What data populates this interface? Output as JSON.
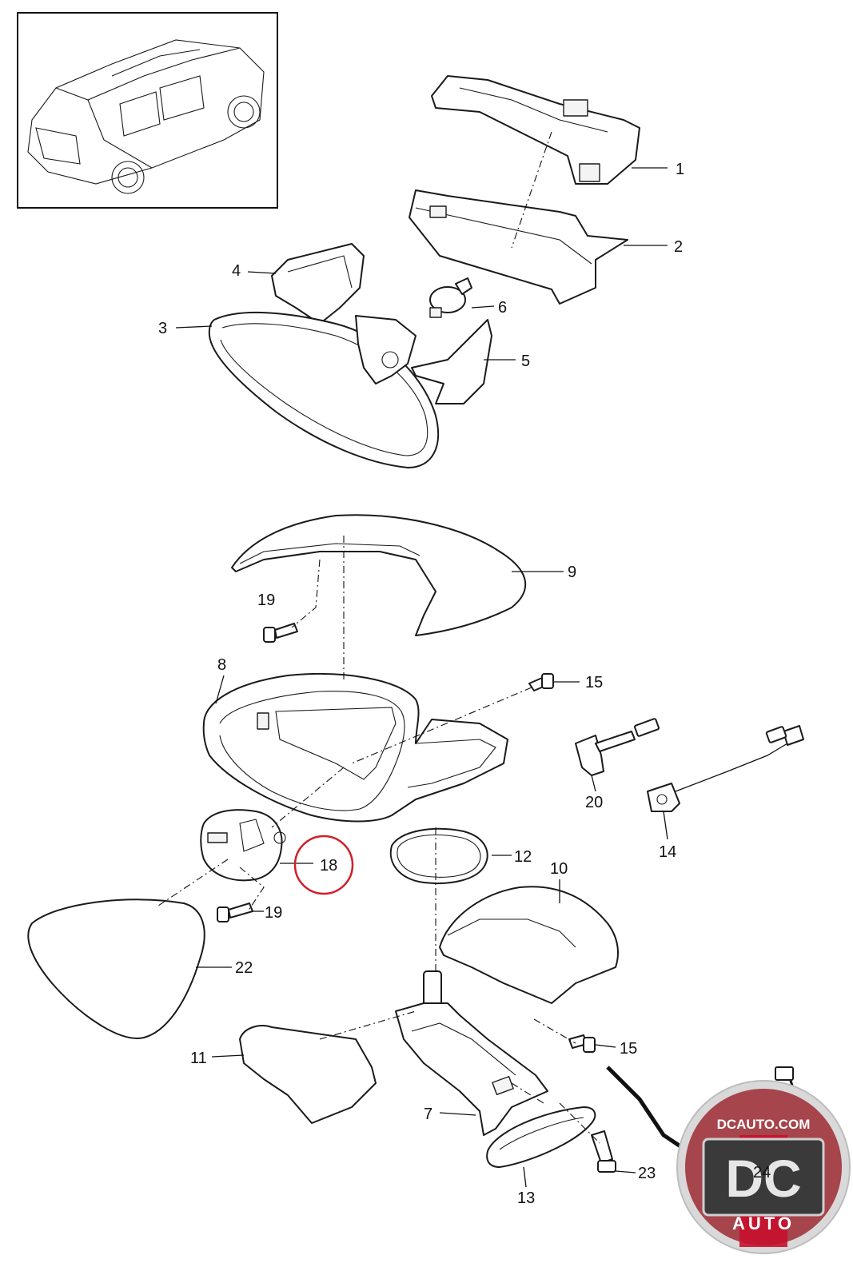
{
  "callouts": [
    {
      "id": "c1",
      "label": "1"
    },
    {
      "id": "c2",
      "label": "2"
    },
    {
      "id": "c3",
      "label": "3"
    },
    {
      "id": "c4",
      "label": "4"
    },
    {
      "id": "c5",
      "label": "5"
    },
    {
      "id": "c6",
      "label": "6"
    },
    {
      "id": "c7",
      "label": "7"
    },
    {
      "id": "c8",
      "label": "8"
    },
    {
      "id": "c9",
      "label": "9"
    },
    {
      "id": "c10",
      "label": "10"
    },
    {
      "id": "c11",
      "label": "11"
    },
    {
      "id": "c12",
      "label": "12"
    },
    {
      "id": "c13",
      "label": "13"
    },
    {
      "id": "c14",
      "label": "14"
    },
    {
      "id": "c15a",
      "label": "15"
    },
    {
      "id": "c15b",
      "label": "15"
    },
    {
      "id": "c18",
      "label": "18"
    },
    {
      "id": "c19a",
      "label": "19"
    },
    {
      "id": "c19b",
      "label": "19"
    },
    {
      "id": "c20",
      "label": "20"
    },
    {
      "id": "c22",
      "label": "22"
    },
    {
      "id": "c23",
      "label": "23"
    },
    {
      "id": "c24",
      "label": "24"
    }
  ],
  "highlighted_callout": "18",
  "watermark": {
    "url_text": "DCAUTO.COM",
    "initials": "DC",
    "word": "AUTO",
    "colors": {
      "red": "#c8102e",
      "dark": "#3a3a3a",
      "ring": "#d9d9d9"
    }
  },
  "colors": {
    "highlight_circle": "#d0202a",
    "line": "#111111"
  }
}
